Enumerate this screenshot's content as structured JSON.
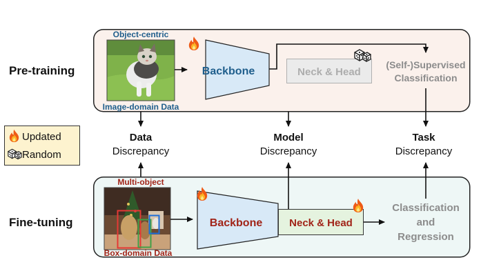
{
  "stages": {
    "pretraining": "Pre-training",
    "finetuning": "Fine-tuning"
  },
  "pretraining": {
    "image_caption_top": "Object-centric",
    "image_caption_bottom": "Image-domain Data",
    "backbone": "Backbone",
    "neck_head": "Neck & Head",
    "task_line1": "(Self-)Supervised",
    "task_line2": "Classification"
  },
  "finetuning": {
    "image_caption_top": "Multi-object",
    "image_caption_bottom": "Box-domain Data",
    "backbone": "Backbone",
    "neck_head": "Neck & Head",
    "task_line1": "Classification",
    "task_line2": "and",
    "task_line3": "Regression"
  },
  "legend": {
    "updated_label": "Updated",
    "random_label": "Random",
    "updated_icon": "fire-icon",
    "random_icon": "dice-icon"
  },
  "discrepancies": [
    {
      "title": "Data",
      "subtitle": "Discrepancy"
    },
    {
      "title": "Model",
      "subtitle": "Discrepancy"
    },
    {
      "title": "Task",
      "subtitle": "Discrepancy"
    }
  ],
  "colors": {
    "pretraining_bg": "#fbf1ec",
    "finetuning_bg": "#eef7f6",
    "backbone_fill": "#d8e9f7",
    "pretraining_text": "#1f5e8c",
    "finetuning_text": "#a12418",
    "inactive_text": "#8c8c8c",
    "legend_bg": "#fdf3cf"
  }
}
